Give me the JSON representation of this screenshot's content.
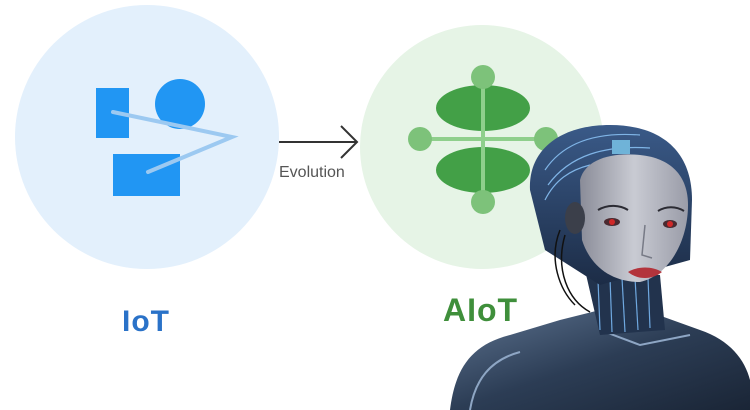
{
  "diagram": {
    "left_node": {
      "label": "IoT",
      "icon": "connected-shapes-icon",
      "circle_color": "#e3f0fc",
      "icon_color": "#2196f3",
      "label_color": "#2a72c8"
    },
    "connector": {
      "label": "Evolution",
      "icon": "arrow-right-icon",
      "color": "#333333"
    },
    "right_node": {
      "label": "AIoT",
      "icon": "network-leaf-icon",
      "circle_color": "#e6f4e6",
      "icon_color": "#43a047",
      "label_color": "#3f8f3b"
    },
    "overlay_image": {
      "subject": "humanoid-cyborg-robot",
      "description": "Female humanoid cyborg with blue-grey metallic armor, circuit lines and red eyes"
    }
  }
}
